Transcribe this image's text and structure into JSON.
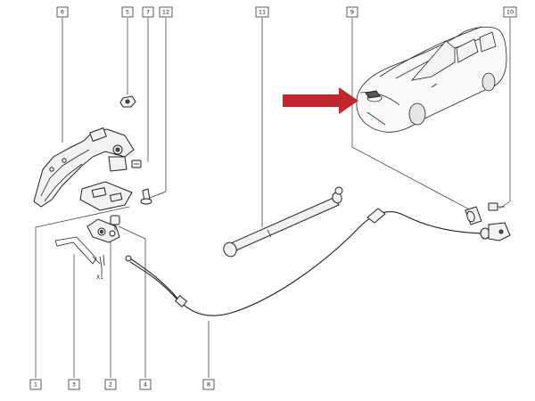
{
  "callouts": {
    "c1": "1",
    "c2": "2",
    "c3": "3",
    "c4": "4",
    "c5": "5",
    "c6": "6",
    "c7": "7",
    "c8": "8",
    "c9": "9",
    "c10": "10",
    "c11": "11",
    "c12": "12"
  },
  "quantity_mark": "X1",
  "colors": {
    "arrow": "#c1272d",
    "line": "#222222"
  }
}
